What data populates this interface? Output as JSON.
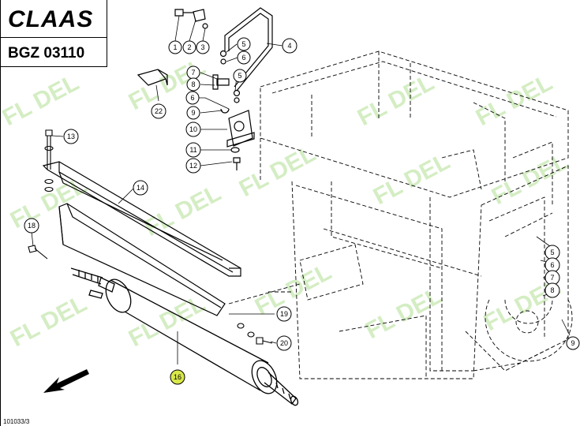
{
  "header": {
    "brand": "CLAAS",
    "diagram_code": "BGZ 03110",
    "ref_code": "101033/3"
  },
  "watermark": {
    "text": "FL  DEL",
    "color": "#c6e8b0"
  },
  "highlight_color": "#d8e84a",
  "callouts": {
    "c1": "1",
    "c2": "2",
    "c3": "3",
    "c4": "4",
    "c5a": "5",
    "c6a": "6",
    "c7": "7",
    "c5b": "5",
    "c8": "8",
    "c6b": "6",
    "c9": "9",
    "c10": "10",
    "c11": "11",
    "c12": "12",
    "c13": "13",
    "c14": "14",
    "c18": "18",
    "c19": "19",
    "c20": "20",
    "c22": "22",
    "c16": "16",
    "r5": "5",
    "r6": "6",
    "r7": "7",
    "r8": "8",
    "r9": "9"
  },
  "icons": {
    "direction": "direction-arrow-icon"
  }
}
